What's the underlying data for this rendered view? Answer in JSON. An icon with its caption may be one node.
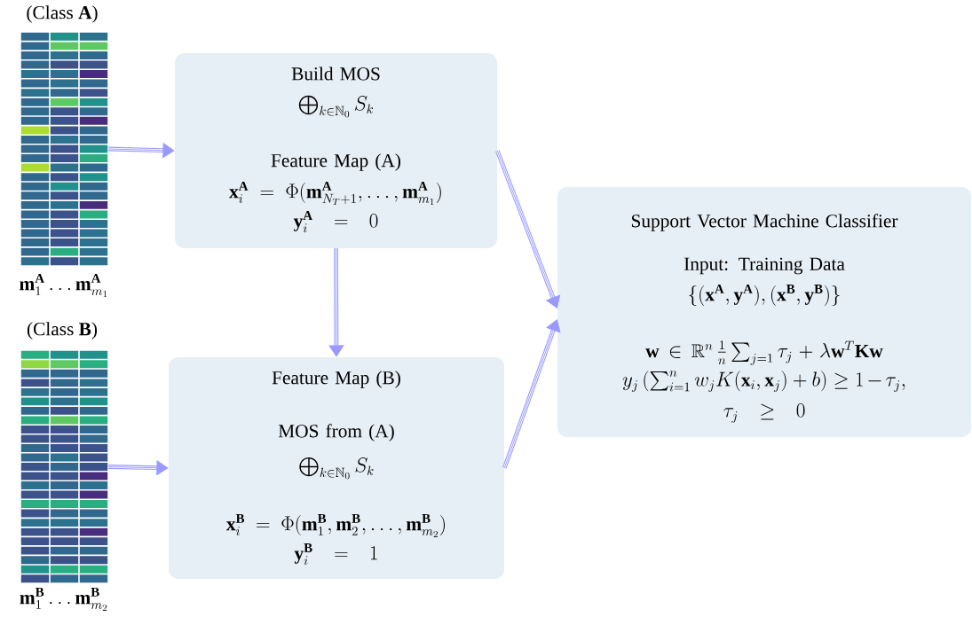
{
  "diagram": {
    "nodes": [
      {
        "text": [
          "(Class **A**)",
          "\\mathbf{m}_1^{\\mathbf{A}}\\dots\\mathbf{m}_{m_1}^{\\mathbf{A}}"
        ]
      },
      {
        "text": [
          "Build MOS",
          "\\bigoplus_{k\\in\\mathbb{N}_0} S_k",
          "Feature Map (A)",
          "\\mathbf{x}_i^{\\mathbf{A}}=\\Phi(\\mathbf{m}_{N_T+1}^{\\mathbf{A}},\\dots,\\mathbf{m}_{m_1}^{\\mathbf{A}})",
          "\\mathbf{y}_i^{\\mathbf{A}}=0"
        ]
      },
      {
        "text": [
          "(Class **B**)",
          "\\mathbf{m}_1^{\\mathbf{B}}\\dots\\mathbf{m}_{m_2}^{\\mathbf{B}}"
        ]
      },
      {
        "text": [
          "Feature Map (B)",
          "MOS from (A)",
          "\\bigoplus_{k\\in\\mathbb{N}_0} S_k",
          "\\mathbf{x}_i^{\\mathbf{B}}=\\Phi(\\mathbf{m}_1^{\\mathbf{B}},\\mathbf{m}_2^{\\mathbf{B}},\\dots,\\mathbf{m}_{m_2}^{\\mathbf{B}})",
          "\\mathbf{y}_i^{\\mathbf{B}}=1"
        ]
      },
      {
        "text": [
          "Support Vector Machine Classifier",
          "Input: Training Data",
          "\\{(\\mathbf{x}^{\\mathbf{A}},\\mathbf{y}^{\\mathbf{A}}),(\\mathbf{x}^{\\mathbf{B}},\\mathbf{y}^{\\mathbf{B}})\\}",
          "\\mathbf{w}\\in\\mathbb{R}^n\\,\\frac{1}{n}\\sum_{j=1}\\tau_j+\\lambda\\mathbf{w}^T\\mathbf{K}\\mathbf{w}",
          "y_j\\left(\\sum_{i=1}^n w_jK(\\mathbf{x}_i,\\mathbf{x}_j)+b\\right)\\geq 1-\\tau_j,",
          "\\tau_j\\geq 0"
        ]
      }
    ],
    "edges": [
      {
        "from": 0,
        "to": 1,
        "arrow": "to"
      },
      {
        "from": 1,
        "to": 3,
        "arrow": "to"
      },
      {
        "from": 2,
        "to": 3,
        "arrow": "to"
      },
      {
        "from": 1,
        "to": 4,
        "arrow": "to"
      },
      {
        "from": 3,
        "to": 4,
        "arrow": "to"
      }
    ]
  }
}
